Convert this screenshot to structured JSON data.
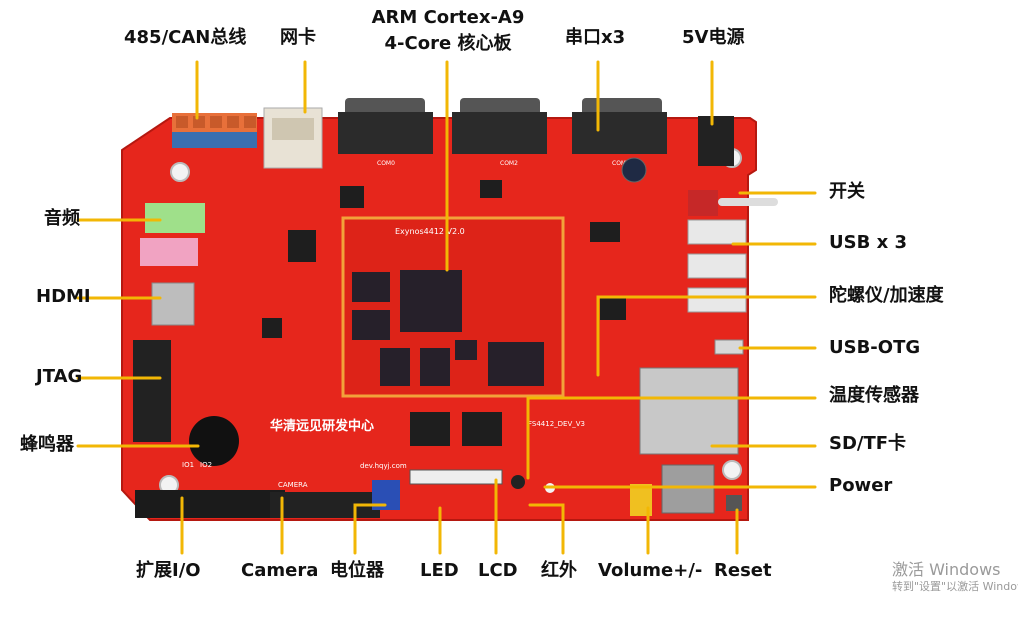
{
  "diagram": {
    "labels": {
      "rs485_can": "485/CAN总线",
      "network_card": "网卡",
      "core_board_line1": "ARM Cortex-A9",
      "core_board_line2": "4-Core 核心板",
      "serial_ports": "串口x3",
      "power_5v": "5V电源",
      "switch": "开关",
      "usb3": "USB x 3",
      "gyro_accel": "陀螺仪/加速度",
      "usb_otg": "USB-OTG",
      "temp_sensor": "温度传感器",
      "sd_tf": "SD/TF卡",
      "power": "Power",
      "audio": "音频",
      "hdmi": "HDMI",
      "jtag": "JTAG",
      "buzzer": "蜂鸣器",
      "expansion_io": "扩展I/O",
      "camera": "Camera",
      "potentiometer": "电位器",
      "led": "LED",
      "lcd": "LCD",
      "infrared": "红外",
      "volume": "Volume+/-",
      "reset": "Reset"
    },
    "board": {
      "silkscreen_brand": "华清远见研发中心",
      "silkscreen_model": "FS4412_DEV_V3",
      "silkscreen_core": "Exynos4412 V2.0",
      "silkscreen_url": "dev.hqyj.com",
      "silkscreen_camera": "CAMERA",
      "com_labels": [
        "COM0",
        "COM2",
        "COM3"
      ],
      "io_labels": [
        "IO1",
        "IO2"
      ]
    },
    "leader_color": "#f2b705",
    "board_color": "#e6261c"
  },
  "watermark": {
    "line1": "激活 Windows",
    "line2": "转到\"设置\"以激活 Windows。"
  }
}
